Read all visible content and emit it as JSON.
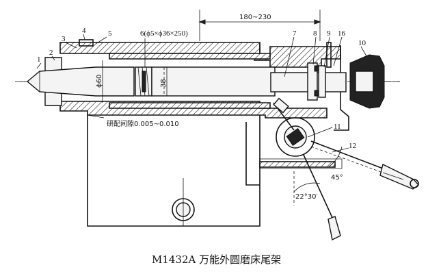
{
  "labels": {
    "p1": "1",
    "p2": "2",
    "p3": "3",
    "p4": "4",
    "p5": "5",
    "p6": "6(ϕ5×ϕ36×250)",
    "p7": "7",
    "p8": "8",
    "p9": "9",
    "p10": "10",
    "p11": "11",
    "p12": "12",
    "p16": "16"
  },
  "dimensions": {
    "travel": "180~230",
    "bore_phi60": "ϕ60",
    "bore_38": "38",
    "angle_45": "45°",
    "angle_22": "22°30′",
    "lapping_clearance": "研配间隙0.005~0.010"
  },
  "caption": "M1432A 万能外圆磨床尾架"
}
